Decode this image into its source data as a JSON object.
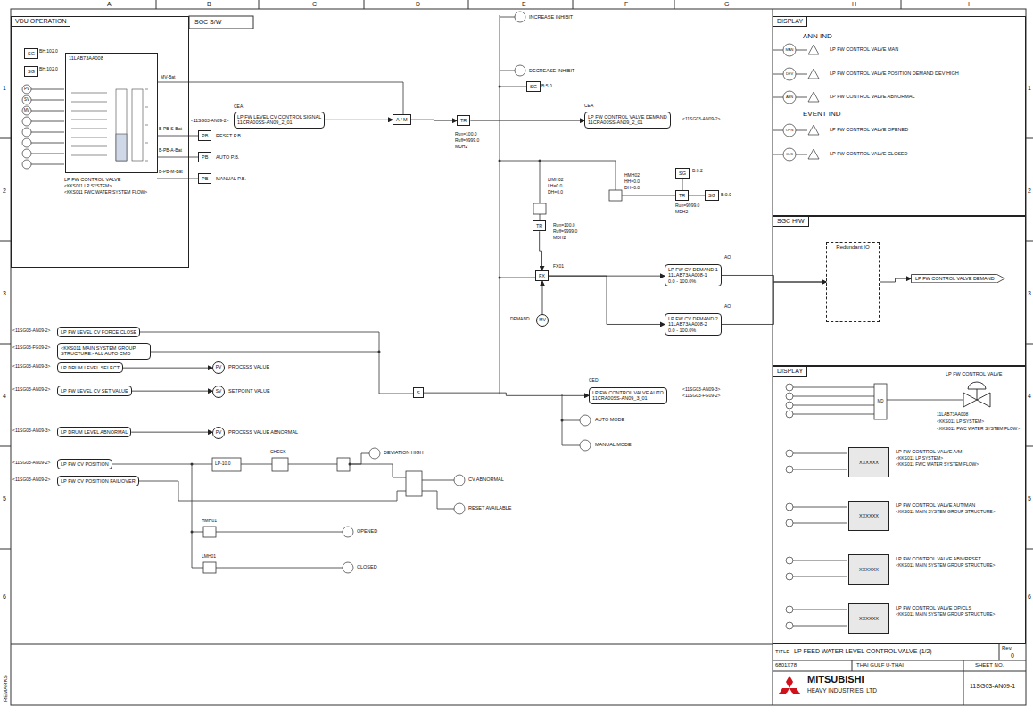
{
  "diagram": {
    "title": "LP FEED WATER LEVEL CONTROL VALVE (1/2)",
    "nodes": [
      {
        "text": [
          "VDU OPERATION"
        ]
      },
      {
        "text": [
          "SG"
        ],
        "in": 0
      },
      {
        "text": [
          "SG"
        ],
        "in": 0
      },
      {
        "text": [
          "11LAB73AA008"
        ],
        "in": 0
      },
      {
        "text": [
          "LP FW LEVEL CV CONTROL SIGNAL",
          "11CRA00SS-AN09_2_01"
        ]
      },
      {
        "text": [
          "PB"
        ]
      },
      {
        "text": [
          "PB"
        ]
      },
      {
        "text": [
          "PB"
        ]
      },
      {
        "text": [
          "A / M"
        ]
      },
      {
        "text": [
          "SG"
        ]
      },
      {
        "text": [
          "TR"
        ]
      },
      {
        "text": [
          "LP FW CONTROL VALVE DEMAND",
          "11CRA00SS-AN09_2_01"
        ]
      },
      {
        "text": [
          "TR"
        ]
      },
      {
        "text": [
          "TR"
        ]
      },
      {
        "text": [
          "SG"
        ]
      },
      {
        "text": [
          "SG"
        ]
      },
      {
        "text": [
          "FX"
        ]
      },
      {
        "text": [
          "LP FW CV DEMAND 1",
          "11LAB73AA008-1",
          "0.0 - 100.0%"
        ]
      },
      {
        "text": [
          "LP FW CV DEMAND 2",
          "11LAB73AA008-2",
          "0.0 - 100.0%"
        ]
      },
      {
        "text": [
          "MV"
        ]
      },
      {
        "text": [
          "LP FW LEVEL CV FORCE CLOSE"
        ]
      },
      {
        "text": [
          "<KKS011 MAIN SYSTEM GROUP STRUCTURE> ALL AUTO CMD"
        ]
      },
      {
        "text": [
          "LP DRUM LEVEL SELECT"
        ]
      },
      {
        "text": [
          "LP FW LEVEL CV SET VALUE"
        ]
      },
      {
        "text": [
          "LP DRUM LEVEL ABNORMAL"
        ]
      },
      {
        "text": [
          "LP FW CV POSITION"
        ]
      },
      {
        "text": [
          "LP FW CV POSITION FAIL/OVER"
        ]
      },
      {
        "text": [
          "PV"
        ]
      },
      {
        "text": [
          "SV"
        ]
      },
      {
        "text": [
          "PV"
        ]
      },
      {
        "text": [
          "S"
        ]
      },
      {
        "text": [
          "LP FW CONTROL VALVE AUTO",
          "11CRA00SS-AN09_3_01"
        ]
      },
      {
        "text": [
          "DISPLAY"
        ]
      },
      {
        "text": [
          "SGC H/W"
        ]
      },
      {
        "text": [
          "Redundant IO"
        ],
        "in": 33
      },
      {
        "text": [
          "LP FW CONTROL VALVE DEMAND"
        ],
        "in": 33
      },
      {
        "text": [
          "DISPLAY"
        ]
      },
      {
        "text": [
          "XXXXXX"
        ],
        "in": 36
      },
      {
        "text": [
          "XXXXXX"
        ],
        "in": 36
      },
      {
        "text": [
          "XXXXXX"
        ],
        "in": 36
      },
      {
        "text": [
          "XXXXXX"
        ],
        "in": 36
      }
    ],
    "edges": [
      {
        "from": 4,
        "to": 8,
        "arrow": "to"
      },
      {
        "from": 8,
        "to": 10,
        "arrow": "to"
      },
      {
        "from": 10,
        "to": 11,
        "arrow": "to"
      },
      {
        "from": 12,
        "to": 16,
        "arrow": "to"
      },
      {
        "from": 16,
        "to": 17,
        "arrow": "to"
      },
      {
        "from": 16,
        "to": 18,
        "arrow": "to"
      },
      {
        "from": 19,
        "to": 16,
        "arrow": "to"
      },
      {
        "from": 17,
        "to": 34,
        "arrow": "to"
      },
      {
        "from": 18,
        "to": 34,
        "arrow": "to"
      },
      {
        "from": 34,
        "to": 35,
        "arrow": "to"
      },
      {
        "from": 30,
        "to": 31,
        "arrow": "to"
      },
      {
        "from": 22,
        "to": 27,
        "arrow": "to"
      },
      {
        "from": 23,
        "to": 28,
        "arrow": "to"
      },
      {
        "from": 24,
        "to": 29,
        "arrow": "to"
      }
    ],
    "labels": [
      "A",
      "B",
      "C",
      "D",
      "E",
      "F",
      "G",
      "H",
      "I",
      "1",
      "2",
      "3",
      "4",
      "5",
      "6",
      "1",
      "2",
      "3",
      "4",
      "5",
      "6",
      "SGC S/W",
      "BH:102.0",
      "BH:102.0",
      "PV",
      "SV",
      "MV",
      "MV-Bat",
      "B-PB-S-Bat",
      "B-PB-A-Bat",
      "B-PB-M-Bat",
      "LP FW CONTROL VALVE",
      "<KKS011 LP SYSTEM>",
      "<KKS011 FWC WATER SYSTEM FLOW>",
      "<11SG03-AN09-2>",
      "CEA",
      "RESET P.B.",
      "AUTO P.B.",
      "MANUAL P.B.",
      "INCREASE INHIBIT",
      "DECREASE INHIBIT",
      "B:5.0",
      "Run=100.0",
      "Ruff=9999.0",
      "MDH2",
      "CEA",
      "<11SG03-AN09-2>",
      "LIMH02",
      "LH=0.0",
      "DH=0.0",
      "HMH02",
      "HH=0.0",
      "DH=0.0",
      "B:0.2",
      "B:0.0",
      "Run=9999.0",
      "MDH2",
      "Run=100.0",
      "Ruff=9999.0",
      "MDH2",
      "FX01",
      "AO",
      "AO",
      "DEMAND",
      "<11SG03-AN09-2>",
      "<11SG03-FG09-2>",
      "<11SG03-AN09-3>",
      "<11SG03-AN09-2>",
      "<11SG03-AN09-3>",
      "<11SG03-AN09-2>",
      "<11SG03-AN09-2>",
      "PROCESS VALUE",
      "SETPOINT VALUE",
      "PROCESS VALUE ABNORMAL",
      "CED",
      "<11SG03-AN09-3>",
      "<11SG03-FG09-2>",
      "AUTO MODE",
      "MANUAL MODE",
      "LP-10.0",
      "CHECK",
      "DEVIATION HIGH",
      "CV ABNORMAL",
      "RESET AVAILABLE",
      "HMH01",
      "LMH01",
      "OPENED",
      "CLOSED",
      "ANN IND",
      "LP FW CONTROL VALVE MAN",
      "LP FW CONTROL VALVE POSITION DEMAND DEV HIGH",
      "LP FW CONTROL VALVE ABNORMAL",
      "EVENT IND",
      "LP FW CONTROL VALVE OPENED",
      "LP FW CONTROL VALVE CLOSED",
      "MAN",
      "DEV",
      "ABN",
      "OPN",
      "CLS",
      "LP FW CONTROL VALVE",
      "MD",
      "11LAB73AA008",
      "<KKS011 LP SYSTEM>",
      "<KKS011 FWC WATER SYSTEM FLOW>",
      "LP FW CONTROL VALVE A/M",
      "<KKS011 LP SYSTEM>",
      "<KKS011 FWC WATER SYSTEM FLOW>",
      "LP FW CONTROL VALVE AUT/MAN",
      "<KKS011 MAIN SYSTEM GROUP STRUCTURE>",
      "LP FW CONTROL VALVE ABN/RESET",
      "<KKS011 MAIN SYSTEM GROUP STRUCTURE>",
      "LP FW CONTROL VALVE OP/CLS",
      "<KKS011 MAIN SYSTEM GROUP STRUCTURE>",
      "TITLE",
      "Rev.",
      "0",
      "6801X78",
      "THAI GULF U-THAI",
      "SHEET NO.",
      "MITSUBISHI",
      "HEAVY INDUSTRIES, LTD",
      "11SG03-AN09-1",
      "REMARKS"
    ]
  }
}
